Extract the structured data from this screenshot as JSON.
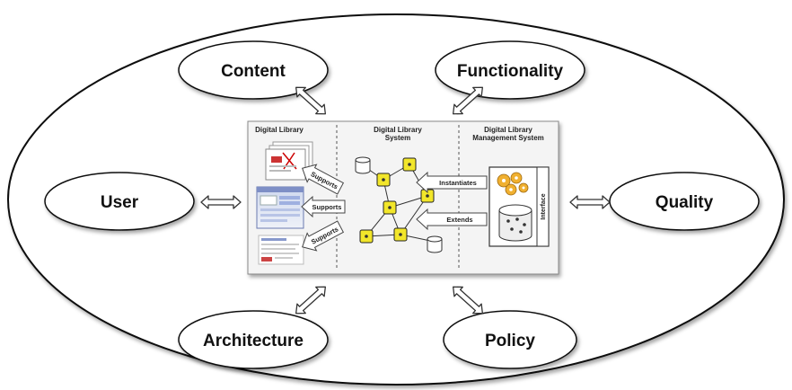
{
  "outer_concepts": {
    "content": "Content",
    "functionality": "Functionality",
    "user": "User",
    "quality": "Quality",
    "architecture": "Architecture",
    "policy": "Policy"
  },
  "panel": {
    "digital_library": "Digital Library",
    "dls_line1": "Digital Library",
    "dls_line2": "System",
    "dlms_line1": "Digital Library",
    "dlms_line2": "Management System"
  },
  "arrows": {
    "supports_top": "Supports",
    "supports_mid": "Supports",
    "supports_bottom": "Supports",
    "instantiates": "Instantiates",
    "extends": "Extends"
  },
  "interface_label": "Interface",
  "colors": {
    "node_fill": "#f2e62a",
    "node_stroke": "#222222",
    "gear_fill": "#f0b030",
    "panel_fill": "#f4f4f4"
  }
}
